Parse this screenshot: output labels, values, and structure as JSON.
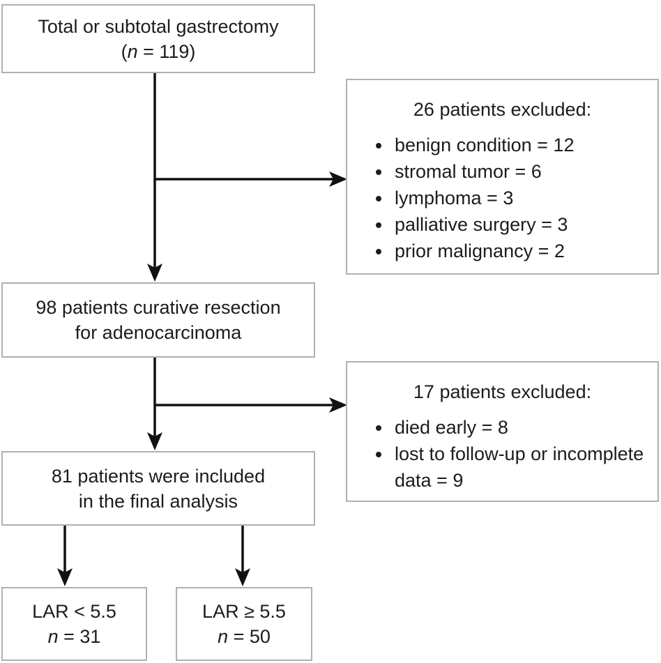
{
  "boxes": {
    "total": {
      "line1": "Total or subtotal gastrectomy",
      "line2_pre": "(",
      "line2_n": "n",
      "line2_post": " = 119)"
    },
    "curative": {
      "line1": "98 patients curative resection",
      "line2": "for adenocarcinoma"
    },
    "final": {
      "line1": "81 patients were included",
      "line2": "in the final analysis"
    },
    "lar_low": {
      "line1": "LAR < 5.5",
      "line2_n": "n",
      "line2_post": " = 31"
    },
    "lar_high": {
      "line1": "LAR ≥ 5.5",
      "line2_n": "n",
      "line2_post": " = 50"
    }
  },
  "exclusions": {
    "first": {
      "title": "26 patients excluded:",
      "items": [
        "benign condition = 12",
        "stromal tumor = 6",
        "lymphoma = 3",
        "palliative surgery = 3",
        "prior malignancy = 2"
      ]
    },
    "second": {
      "title": "17 patients excluded:",
      "items": [
        "died early = 8",
        "lost to follow-up or incomplete data = 9"
      ]
    }
  },
  "colors": {
    "box_border": "#b0b0b0",
    "text": "#1c1c1c",
    "arrow": "#111111",
    "background": "#ffffff"
  }
}
